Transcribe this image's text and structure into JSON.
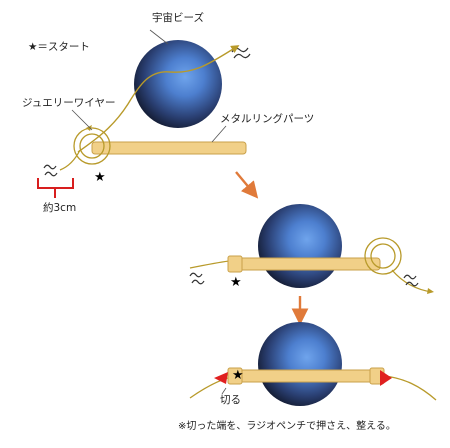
{
  "labels": {
    "bead": "宇宙ビーズ",
    "star_start": "★＝スタート",
    "wire": "ジュエリーワイヤー",
    "ring_part": "メタルリングパーツ",
    "approx": "約3cm",
    "cut": "切る",
    "note": "※切った端を、ラジオペンチで押さえ、整える。"
  },
  "markers": {
    "star": "★"
  },
  "colors": {
    "bead_light": "#5a8fd8",
    "bead_dark": "#1e2f55",
    "wire": "#b89a2a",
    "bar_fill": "#f1d088",
    "bar_stroke": "#c9a14a",
    "arrow": "#e07a3a",
    "bracket": "#d81e1e",
    "cut_mark": "#e02020"
  }
}
